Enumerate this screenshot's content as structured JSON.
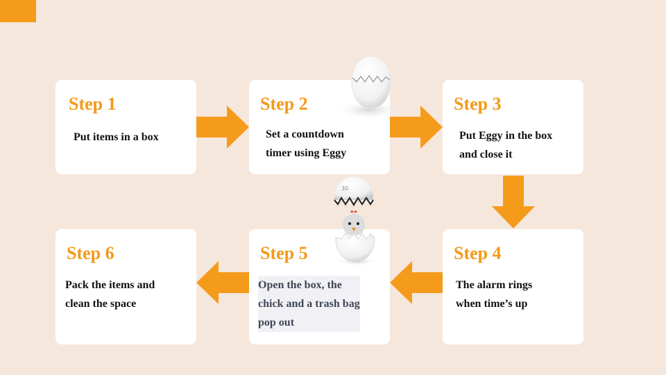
{
  "steps": [
    {
      "title": "Step 1",
      "description": "Put items in a box"
    },
    {
      "title": "Step 2",
      "description": "Set a countdown\ntimer using Eggy"
    },
    {
      "title": "Step 3",
      "description": "Put Eggy in the box\nand close it"
    },
    {
      "title": "Step 4",
      "description": "The alarm rings\nwhen time’s up"
    },
    {
      "title": "Step 5",
      "description": "Open the box, the\nchick and a trash bag\npop out"
    },
    {
      "title": "Step 6",
      "description": "Pack the items and\nclean the space"
    }
  ],
  "colors": {
    "background": "#f6e7dd",
    "accent": "#f59b1b",
    "card": "#ffffff",
    "text": "#111111"
  },
  "icons": {
    "step2_image": "cracked-egg-icon",
    "step5_image": "hatching-chick-egg-icon",
    "egg_display": "30"
  }
}
